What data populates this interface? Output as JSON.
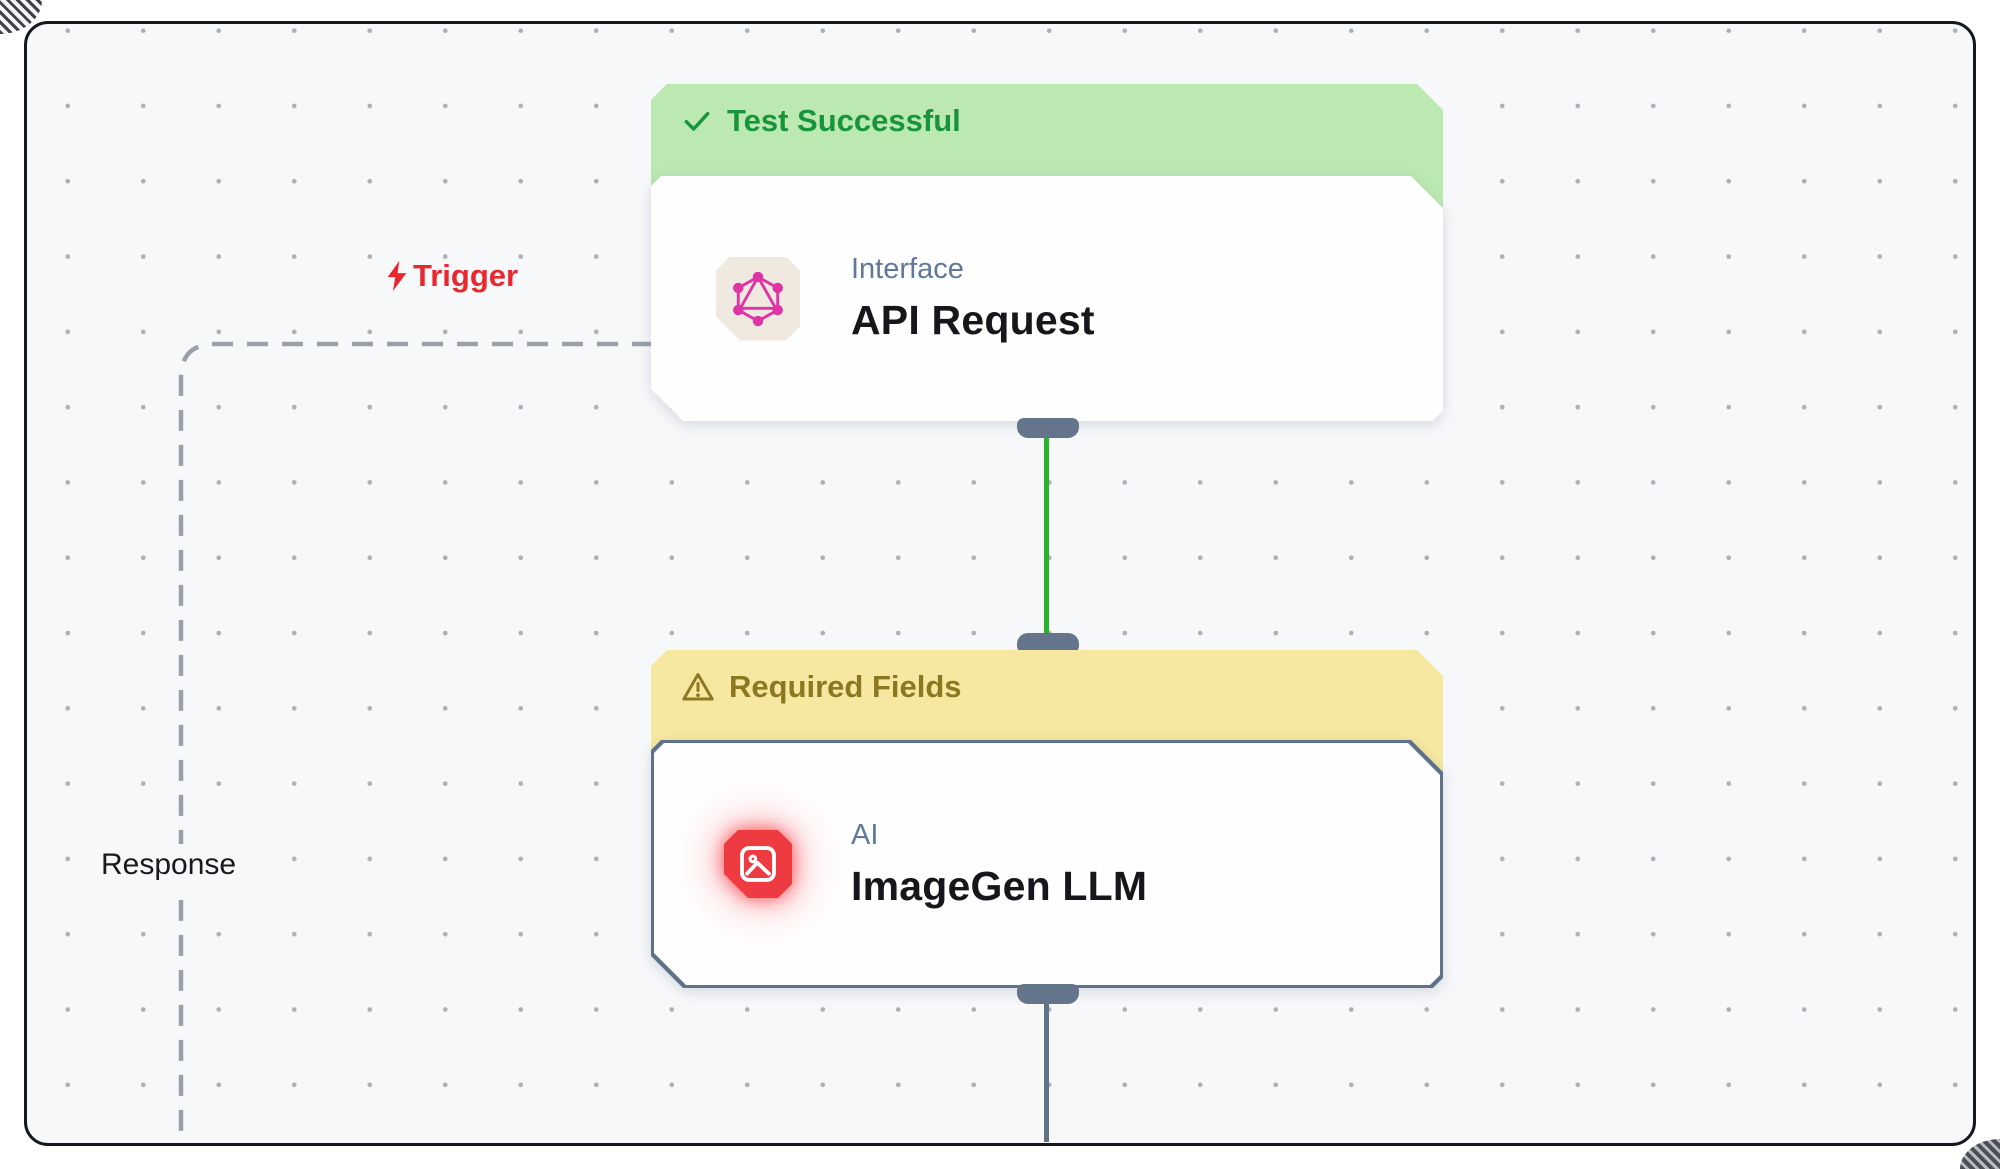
{
  "canvas": {
    "background": "#f7f8fa",
    "dot_color": "#aeb1b7",
    "frame_color": "#16181d"
  },
  "edges": {
    "trigger_label": "Trigger",
    "response_label": "Response",
    "colors": {
      "trigger_red": "#e8282e",
      "success_green": "#26b42e",
      "pending_slate": "#5e7389",
      "dashed_gray": "#9aa0a8"
    }
  },
  "nodes": [
    {
      "status_label": "Test Successful",
      "status_icon": "check-icon",
      "status_text_color": "#17953a",
      "status_bg": "#bce8b2",
      "category": "Interface",
      "title": "API Request",
      "icon": "graphql-icon",
      "icon_color": "#de34a6",
      "icon_bg": "#f0e9e0"
    },
    {
      "status_label": "Required Fields",
      "status_icon": "warning-icon",
      "status_text_color": "#8b7820",
      "status_bg": "#f6e8a0",
      "category": "AI",
      "title": "ImageGen LLM",
      "icon": "image-icon",
      "icon_color": "#ffffff",
      "icon_bg": "#ee3a41"
    }
  ]
}
